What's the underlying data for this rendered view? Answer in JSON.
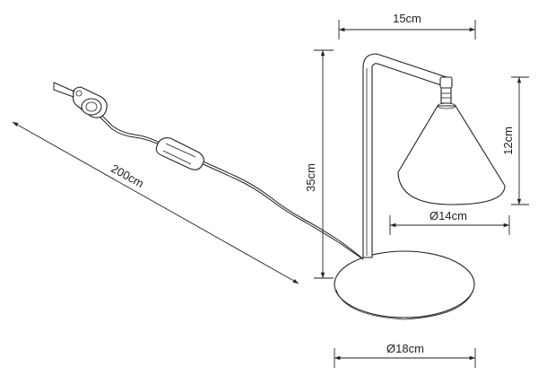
{
  "dimensions": {
    "shade_width": "15cm",
    "shade_height": "12cm",
    "lamp_height": "35cm",
    "cable_length": "200cm",
    "shade_diameter": "Ø14cm",
    "base_diameter": "Ø18cm"
  },
  "colors": {
    "line": "#222222",
    "background": "#ffffff"
  }
}
